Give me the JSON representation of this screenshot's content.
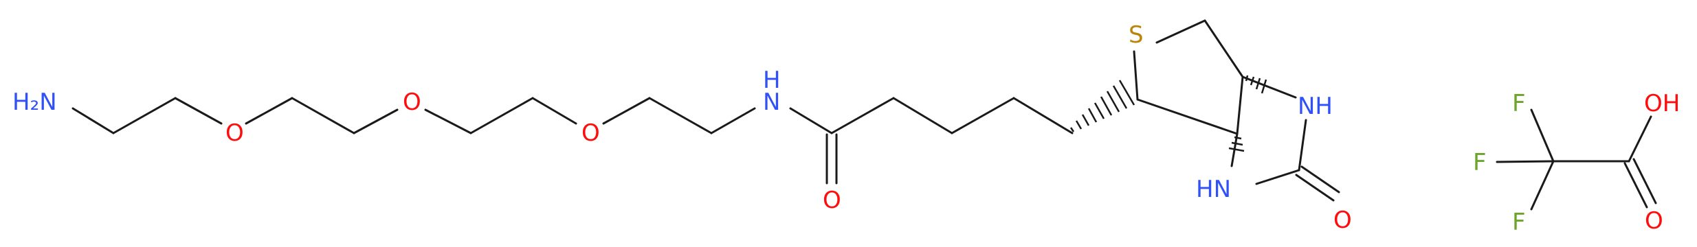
{
  "colors": {
    "bond": "#1a1a1a",
    "N": "#3050F8",
    "O": "#FF0D0D",
    "S": "#B8860B",
    "F": "#6BA52A"
  },
  "labels": {
    "amine": "H₂N",
    "o1": "O",
    "o2": "O",
    "o3": "O",
    "nh_amide": "N",
    "nh_amide_h": "H",
    "o_carbonyl": "O",
    "s_ring": "S",
    "nh_upper": "NH",
    "hn_lower": "HN",
    "o_urea": "O",
    "f_top": "F",
    "f_left": "F",
    "f_bottom": "F",
    "oh": "OH",
    "o_acid": "O"
  }
}
